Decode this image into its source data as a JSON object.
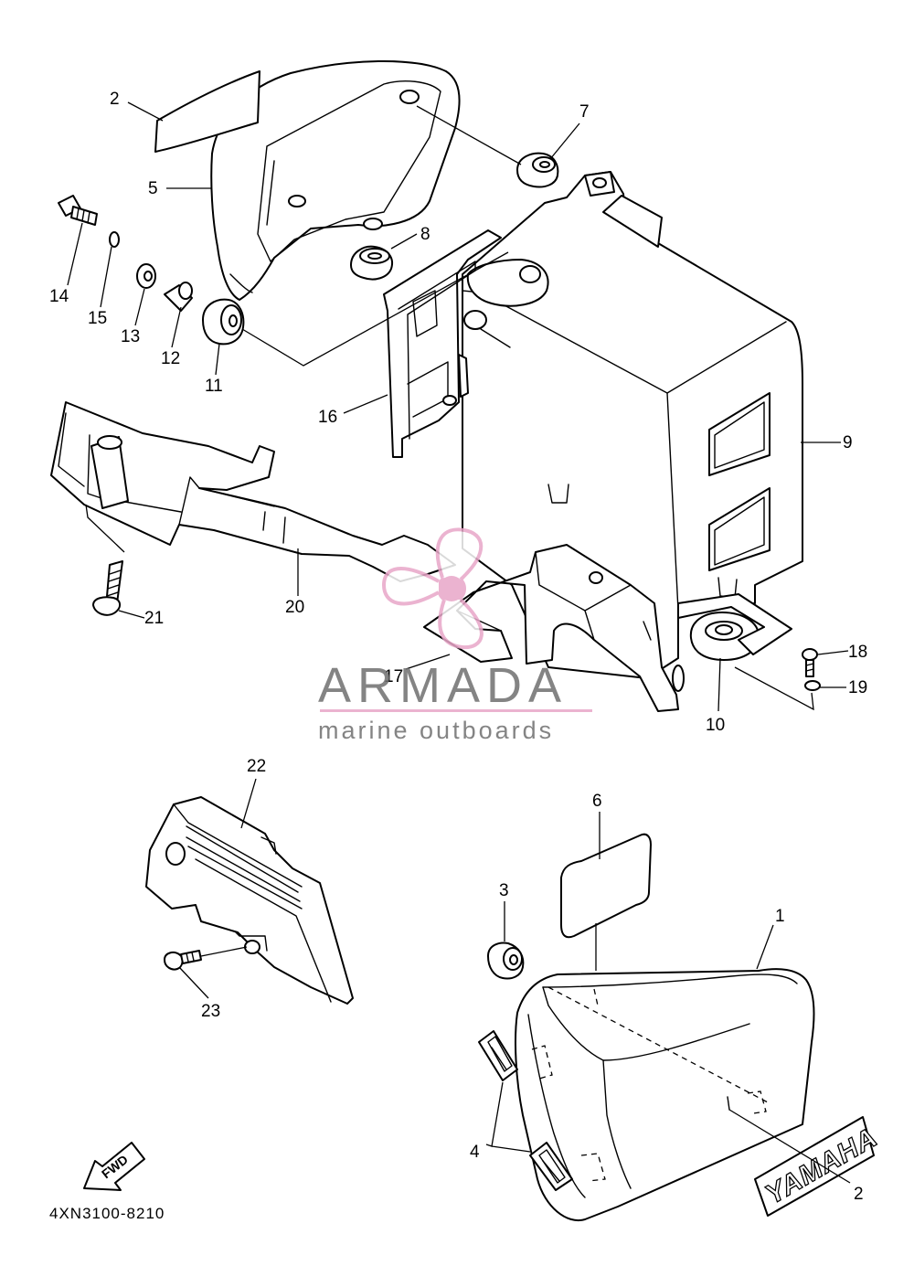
{
  "diagram_code": "4XN3100-8210",
  "watermark": {
    "brand": "ARMADA",
    "tagline": "marine outboards",
    "accent_color": "#e8a6c8",
    "text_color": "#6f6f6f",
    "icon": "propeller-icon"
  },
  "fwd_label": "FWD",
  "decal_text": "YAMAHA",
  "callouts": {
    "c1": "1",
    "c2a": "2",
    "c2b": "2",
    "c3": "3",
    "c4": "4",
    "c5": "5",
    "c6": "6",
    "c7": "7",
    "c8": "8",
    "c9": "9",
    "c10": "10",
    "c11": "11",
    "c12": "12",
    "c13": "13",
    "c14": "14",
    "c15": "15",
    "c16": "16",
    "c17": "17",
    "c18": "18",
    "c19": "19",
    "c20": "20",
    "c21": "21",
    "c22": "22",
    "c23": "23"
  }
}
